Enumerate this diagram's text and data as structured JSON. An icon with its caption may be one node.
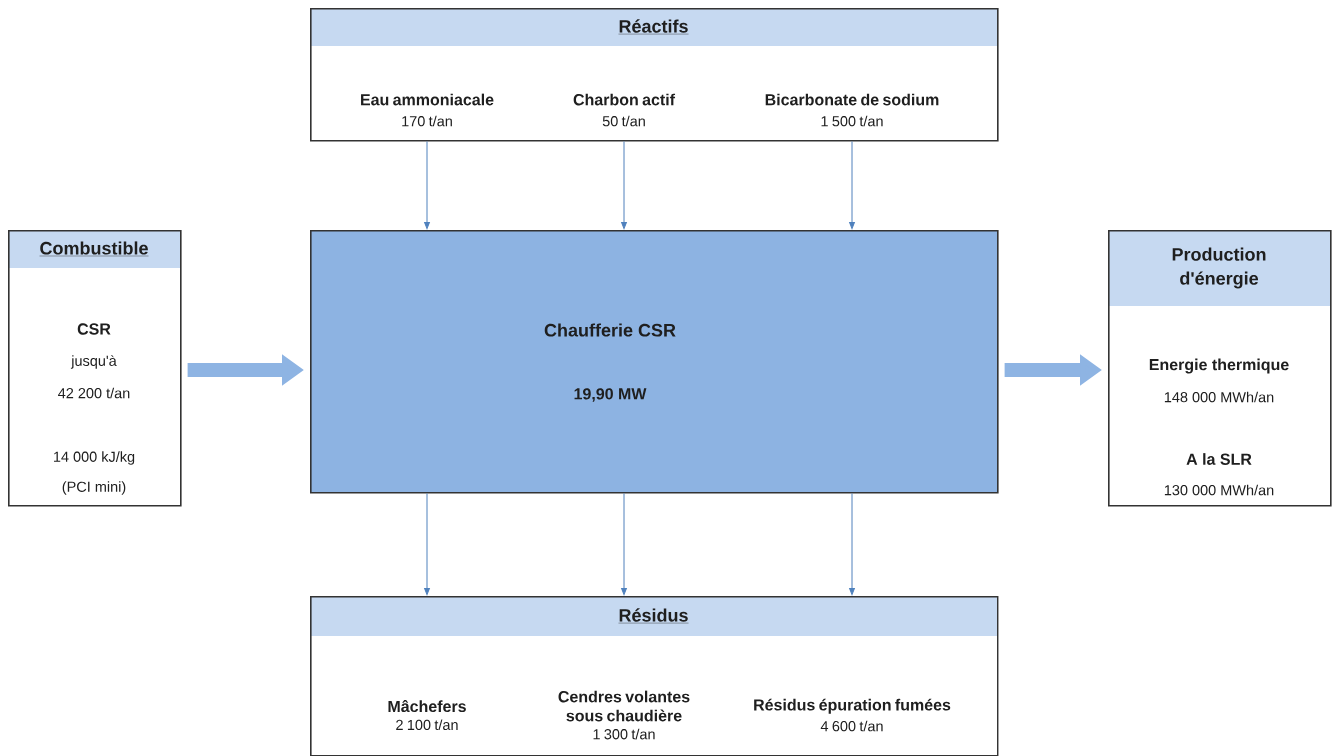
{
  "diagram": {
    "nodes": [
      {
        "text": [
          "Réactifs"
        ]
      },
      {
        "text": [
          "Eau ammoniacale",
          "170 t/an"
        ],
        "in": 0
      },
      {
        "text": [
          "Charbon actif",
          "50 t/an"
        ],
        "in": 0
      },
      {
        "text": [
          "Bicarbonate de sodium",
          "1 500 t/an"
        ],
        "in": 0
      },
      {
        "text": [
          "Combustible",
          "CSR",
          "jusqu'à",
          "42 200 t/an",
          "14 000 kJ/kg",
          "(PCI mini)"
        ]
      },
      {
        "text": [
          "Chaufferie CSR",
          "19,90 MW"
        ]
      },
      {
        "text": [
          "Production d'énergie",
          "Energie thermique",
          "148 000 MWh/an",
          "A la SLR",
          "130 000 MWh/an"
        ]
      },
      {
        "text": [
          "Résidus"
        ]
      },
      {
        "text": [
          "Mâchefers",
          "2 100 t/an"
        ],
        "in": 7
      },
      {
        "text": [
          "Cendres volantes sous chaudière",
          "1 300 t/an"
        ],
        "in": 7
      },
      {
        "text": [
          "Résidus épuration fumées",
          "4 600 t/an"
        ],
        "in": 7
      }
    ],
    "edges": [
      {
        "from": 1,
        "to": 5,
        "arrow": "to"
      },
      {
        "from": 2,
        "to": 5,
        "arrow": "to"
      },
      {
        "from": 3,
        "to": 5,
        "arrow": "to"
      },
      {
        "from": 4,
        "to": 5,
        "arrow": "to",
        "style": "thick",
        "color": "#8eb4e3"
      },
      {
        "from": 5,
        "to": 6,
        "arrow": "to",
        "style": "thick",
        "color": "#8eb4e3"
      },
      {
        "from": 5,
        "to": 7,
        "arrow": "to"
      },
      {
        "from": 5,
        "to": 7,
        "arrow": "to"
      },
      {
        "from": 5,
        "to": 7,
        "arrow": "to"
      }
    ]
  }
}
